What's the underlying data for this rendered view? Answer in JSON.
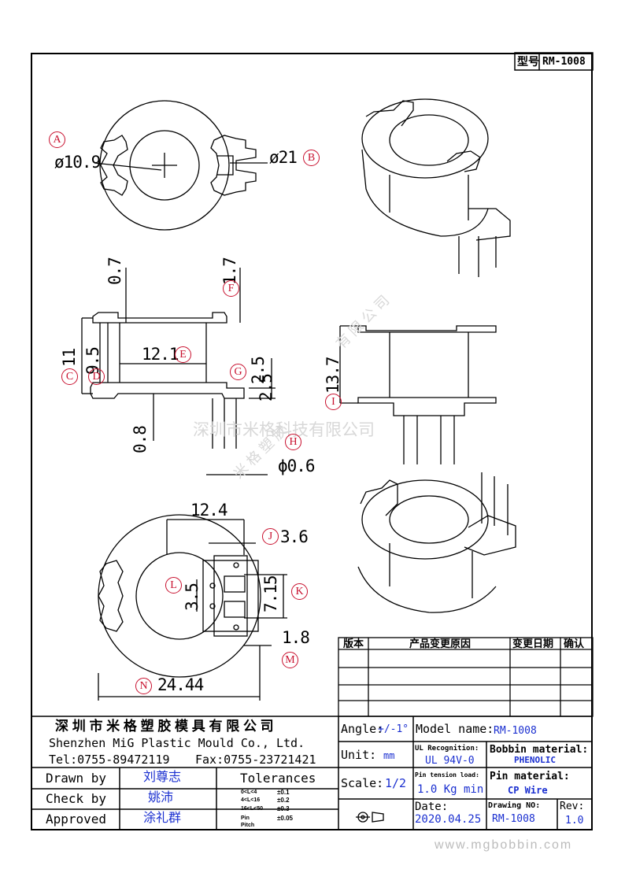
{
  "header": {
    "model_label": "型号",
    "model_value": "RM-1008"
  },
  "dimensions": {
    "d_inner": "ø10.9",
    "d_outer": "ø21",
    "h_07": "0.7",
    "h_17": "1.7",
    "h_11": "11",
    "h_95": "9.5",
    "w_121": "12.1",
    "h_25": "2.5",
    "h_25b": "2.5",
    "h_08": "0.8",
    "pin_d": "ϕ0.6",
    "h_137": "13.7",
    "w_124": "12.4",
    "w_36": "3.6",
    "h_35": "3.5",
    "h_715": "7.15",
    "w_18": "1.8",
    "w_2444": "24.44"
  },
  "labels": [
    "A",
    "B",
    "C",
    "D",
    "E",
    "F",
    "G",
    "H",
    "I",
    "J",
    "K",
    "L",
    "M",
    "N"
  ],
  "watermark": {
    "center": "深圳市米格科技有限公司",
    "diag1": "米 格 塑 胶",
    "diag2": "有 限 公 司",
    "footer": "www.mgbobbin.com"
  },
  "revision_table": {
    "headers": [
      "版本",
      "产品变更原因",
      "变更日期",
      "确认"
    ]
  },
  "title_block": {
    "company_cn": "深 圳 市 米 格 塑 胶 模 具 有 限 公 司",
    "company_en": "Shenzhen MiG Plastic Mould Co., Ltd.",
    "tel": "Tel:0755-89472119",
    "fax": "Fax:0755-23721421",
    "drawn_by_label": "Drawn by",
    "drawn_by": "刘尊志",
    "check_by_label": "Check by",
    "check_by": "姚沛",
    "approved_label": "Approved",
    "approved": "涂礼群",
    "tolerances_label": "Tolerances",
    "tol": [
      {
        "range": "0<L<4",
        "value": "±0.1"
      },
      {
        "range": "4<L<16",
        "value": "±0.2"
      },
      {
        "range": "16<L<50",
        "value": "±0.3"
      },
      {
        "range": "Pin Pitch",
        "value": "±0.05"
      }
    ],
    "angle_label": "Angle:",
    "angle_value": "+/-1°",
    "unit_label": "Unit:",
    "unit_value": "mm",
    "scale_label": "Scale:",
    "scale_value": "1/2",
    "model_name_label": "Model name:",
    "model_name": "RM-1008",
    "ul_label": "UL Recognition:",
    "ul_value": "UL 94V-0",
    "bobbin_label": "Bobbin material:",
    "bobbin_value": "PHENOLIC",
    "pin_tension_label": "Pin tension load:",
    "pin_tension_value": "1.0 Kg min",
    "pin_mat_label": "Pin material:",
    "pin_mat_value": "CP Wire",
    "date_label": "Date:",
    "date_value": "2020.04.25",
    "drawing_no_label": "Drawing NO:",
    "drawing_no": "RM-1008",
    "rev_label": "Rev:",
    "rev_value": "1.0"
  }
}
